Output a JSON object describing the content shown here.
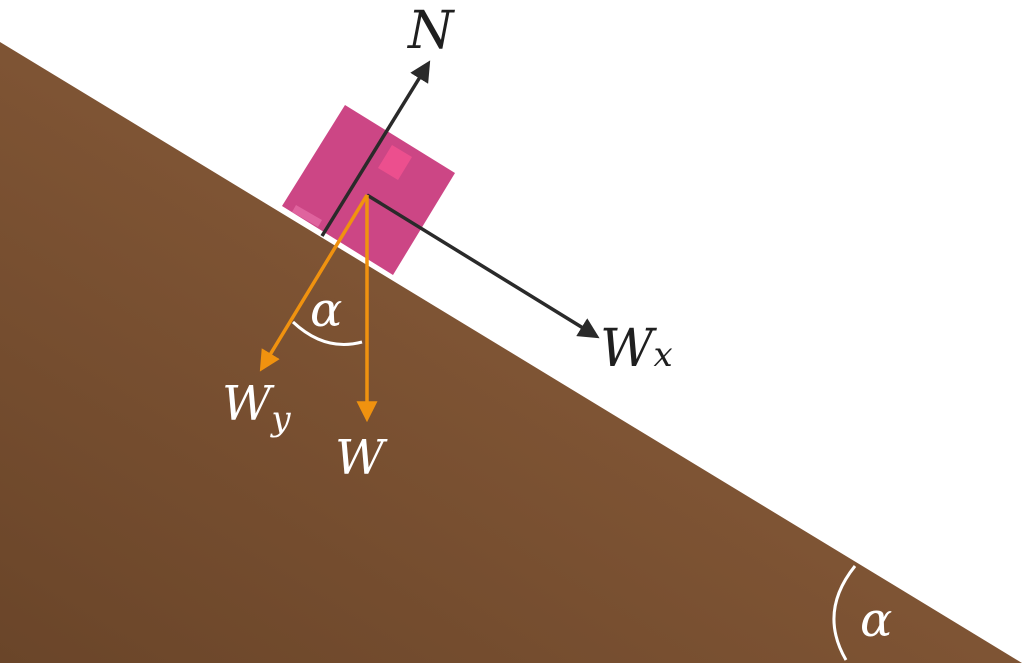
{
  "diagram": {
    "labels": {
      "normal": "N",
      "weight_parallel": "W",
      "weight_parallel_sub": "x",
      "weight_perp": "W",
      "weight_perp_sub": "y",
      "weight": "W",
      "angle_at_block": "α",
      "angle_at_base": "α"
    },
    "colors": {
      "slope_light": "#8a5c3a",
      "slope_dark": "#6f4a2c",
      "block": "#c93c7e",
      "block_tape": "#f0508f",
      "dark_arrow": "#2a2a2a",
      "orange_arrow": "#f0920f",
      "white": "#ffffff"
    }
  }
}
